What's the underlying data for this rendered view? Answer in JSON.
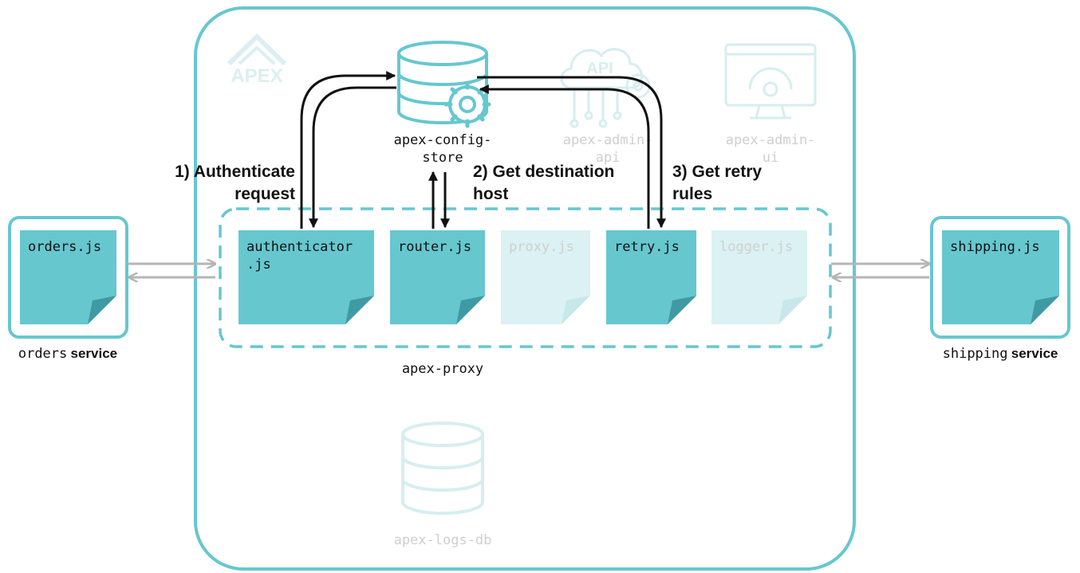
{
  "colors": {
    "teal": "#66c7cf",
    "teal_dark": "#3f9aa3",
    "teal_faded": "#dbf1f3",
    "faded_icon": "#d6eef0",
    "arrow_gray": "#b5b5b5"
  },
  "logo": {
    "text": "APEX"
  },
  "services": {
    "orders": {
      "file": "orders.js",
      "name": "orders",
      "suffix": "service"
    },
    "shipping": {
      "file": "shipping.js",
      "name": "shipping",
      "suffix": "service"
    }
  },
  "config_store": {
    "line1": "apex-config-",
    "line2": "store",
    "icon": "database-gear-icon"
  },
  "admin_api": {
    "line1": "apex-admin-",
    "line2": "api",
    "icon": "api-cloud-icon"
  },
  "admin_ui": {
    "line1": "apex-admin-",
    "line2": "ui",
    "icon": "monitor-gear-icon"
  },
  "logs_db": {
    "label": "apex-logs-db",
    "icon": "database-icon"
  },
  "proxy": {
    "label": "apex-proxy",
    "modules": [
      {
        "line1": "authenticator",
        "line2": ".js",
        "active": true
      },
      {
        "line1": "router.js",
        "line2": "",
        "active": true
      },
      {
        "line1": "proxy.js",
        "line2": "",
        "active": false
      },
      {
        "line1": "retry.js",
        "line2": "",
        "active": true
      },
      {
        "line1": "logger.js",
        "line2": "",
        "active": false
      }
    ]
  },
  "steps": {
    "s1": {
      "line1": "1) Authenticate",
      "line2": "request"
    },
    "s2": {
      "line1": "2) Get destination",
      "line2": "host"
    },
    "s3": {
      "line1": "3) Get retry",
      "line2": "rules"
    }
  }
}
